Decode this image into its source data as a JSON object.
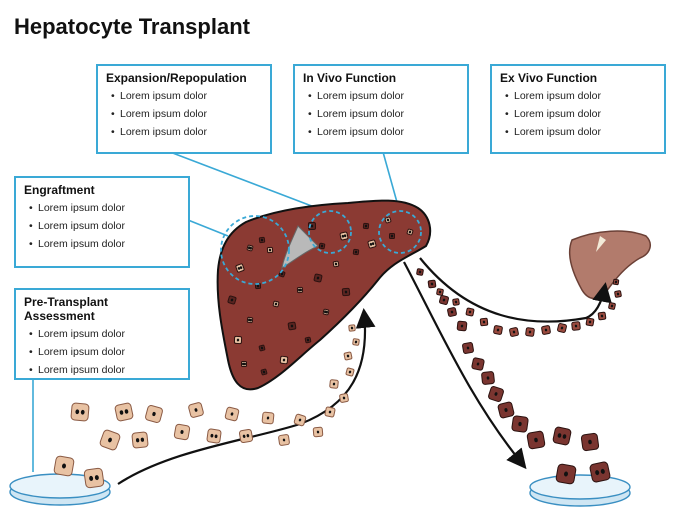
{
  "title": "Hepatocyte Transplant",
  "boxes": {
    "expansion": {
      "heading": "Expansion/Repopulation",
      "items": [
        "Lorem ipsum dolor",
        "Lorem ipsum dolor",
        "Lorem ipsum dolor"
      ]
    },
    "invivo": {
      "heading": "In Vivo Function",
      "items": [
        "Lorem ipsum dolor",
        "Lorem ipsum dolor",
        "Lorem ipsum dolor"
      ]
    },
    "exvivo": {
      "heading": "Ex Vivo Function",
      "items": [
        "Lorem ipsum dolor",
        "Lorem ipsum dolor",
        "Lorem ipsum dolor"
      ]
    },
    "engraftment": {
      "heading": "Engraftment",
      "items": [
        "Lorem ipsum dolor",
        "Lorem ipsum dolor",
        "Lorem ipsum dolor"
      ]
    },
    "pretransplant": {
      "heading": "Pre-Transplant Assessment",
      "items": [
        "Lorem ipsum dolor",
        "Lorem ipsum dolor",
        "Lorem ipsum dolor"
      ]
    }
  },
  "colors": {
    "box_border": "#3aa9d6",
    "liver": "#8b3a33",
    "cell_light": "#e8c2a3",
    "cell_dark": "#7a3530",
    "small_liver": "#b27b6c",
    "dish": "#d8ecf6"
  }
}
